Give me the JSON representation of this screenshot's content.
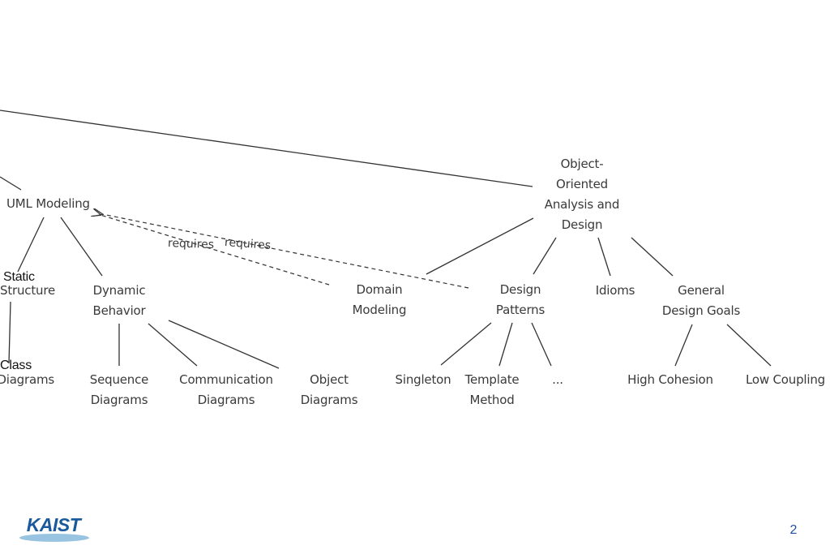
{
  "nodes": {
    "ooad": [
      "Object-",
      "Oriented",
      "Analysis and",
      "Design"
    ],
    "uml_modeling": [
      "UML Modeling"
    ],
    "static_structure": [
      "Static",
      "Structure"
    ],
    "dynamic_behavior": [
      "Dynamic",
      "Behavior"
    ],
    "class_diagrams": [
      "Class",
      "Diagrams"
    ],
    "sequence_diagrams": [
      "Sequence",
      "Diagrams"
    ],
    "communication_diagrams": [
      "Communication",
      "Diagrams"
    ],
    "object_diagrams": [
      "Object",
      "Diagrams"
    ],
    "domain_modeling": [
      "Domain",
      "Modeling"
    ],
    "design_patterns": [
      "Design",
      "Patterns"
    ],
    "idioms": [
      "Idioms"
    ],
    "general_design_goals": [
      "General",
      "Design Goals"
    ],
    "singleton": [
      "Singleton"
    ],
    "template_method": [
      "Template",
      "Method"
    ],
    "more_patterns": [
      "..."
    ],
    "high_cohesion": [
      "High Cohesion"
    ],
    "low_coupling": [
      "Low Coupling"
    ]
  },
  "dependencies": {
    "label_1": "requires",
    "label_2": "requires"
  },
  "footer": {
    "logo_text": "KAIST",
    "page_number": "2"
  },
  "colors": {
    "text": "#3a3a3a",
    "line": "#333333",
    "page_number": "#1f4fa0",
    "logo": "#1a5a9c"
  }
}
